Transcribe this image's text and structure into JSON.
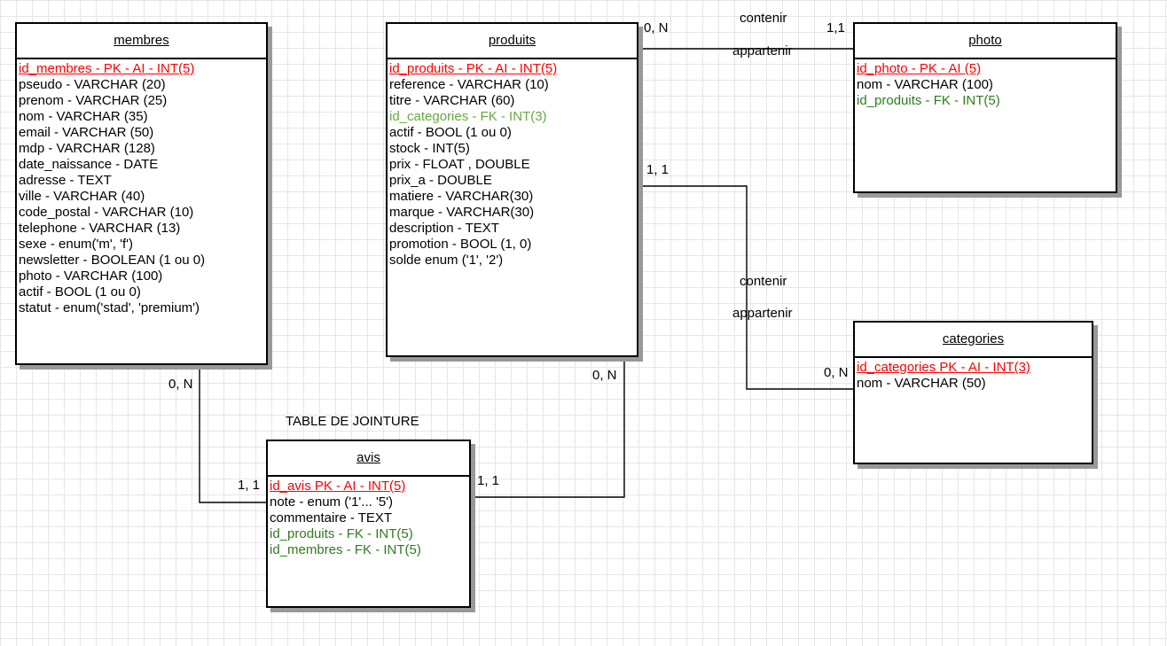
{
  "entities": {
    "membres": {
      "title": "membres",
      "attributes": [
        {
          "text": "id_membres - PK - AI - INT(5)",
          "kind": "pk"
        },
        {
          "text": "pseudo - VARCHAR (20)",
          "kind": "plain"
        },
        {
          "text": "prenom - VARCHAR (25)",
          "kind": "plain"
        },
        {
          "text": "nom - VARCHAR (35)",
          "kind": "plain"
        },
        {
          "text": "email - VARCHAR (50)",
          "kind": "plain"
        },
        {
          "text": "mdp - VARCHAR (128)",
          "kind": "plain"
        },
        {
          "text": "date_naissance - DATE",
          "kind": "plain"
        },
        {
          "text": "adresse - TEXT",
          "kind": "plain"
        },
        {
          "text": "ville - VARCHAR (40)",
          "kind": "plain"
        },
        {
          "text": "code_postal - VARCHAR (10)",
          "kind": "plain"
        },
        {
          "text": "telephone - VARCHAR (13)",
          "kind": "plain"
        },
        {
          "text": "sexe - enum('m', 'f')",
          "kind": "plain"
        },
        {
          "text": "newsletter - BOOLEAN (1 ou 0)",
          "kind": "plain"
        },
        {
          "text": "photo - VARCHAR (100)",
          "kind": "plain"
        },
        {
          "text": "actif - BOOL (1 ou 0)",
          "kind": "plain"
        },
        {
          "text": "statut - enum('stad', 'premium')",
          "kind": "plain"
        }
      ]
    },
    "produits": {
      "title": "produits",
      "attributes": [
        {
          "text": "id_produits - PK - AI - INT(5)",
          "kind": "pk"
        },
        {
          "text": "reference - VARCHAR (10)",
          "kind": "plain"
        },
        {
          "text": "titre - VARCHAR (60)",
          "kind": "plain"
        },
        {
          "text": "id_categories - FK - INT(3)",
          "kind": "fk-light"
        },
        {
          "text": "actif - BOOL (1 ou 0)",
          "kind": "plain"
        },
        {
          "text": "stock - INT(5)",
          "kind": "plain"
        },
        {
          "text": "prix - FLOAT , DOUBLE",
          "kind": "plain"
        },
        {
          "text": "prix_a - DOUBLE",
          "kind": "plain"
        },
        {
          "text": "matiere - VARCHAR(30)",
          "kind": "plain"
        },
        {
          "text": "marque - VARCHAR(30)",
          "kind": "plain"
        },
        {
          "text": "description - TEXT",
          "kind": "plain"
        },
        {
          "text": "promotion - BOOL (1, 0)",
          "kind": "plain"
        },
        {
          "text": "solde enum ('1', '2')",
          "kind": "plain"
        }
      ]
    },
    "photo": {
      "title": "photo",
      "attributes": [
        {
          "text": "id_photo - PK - AI (5)",
          "kind": "pk"
        },
        {
          "text": "nom - VARCHAR (100)",
          "kind": "plain"
        },
        {
          "text": "id_produits - FK - INT(5)",
          "kind": "fk-dark"
        }
      ]
    },
    "categories": {
      "title": "categories",
      "attributes": [
        {
          "text": "id_categories PK - AI - INT(3)",
          "kind": "pk"
        },
        {
          "text": "nom -  VARCHAR (50)",
          "kind": "plain"
        }
      ]
    },
    "avis": {
      "title": "avis",
      "attributes": [
        {
          "text": "id_avis PK - AI - INT(5)",
          "kind": "pk"
        },
        {
          "text": "note - enum ('1'... '5')",
          "kind": "plain"
        },
        {
          "text": "commentaire - TEXT",
          "kind": "plain"
        },
        {
          "text": "id_produits - FK - INT(5)",
          "kind": "fk-dark"
        },
        {
          "text": "id_membres - FK - INT(5)",
          "kind": "fk-dark"
        }
      ]
    }
  },
  "labels": {
    "join_table": "TABLE DE JOINTURE",
    "photo_rel_top": "contenir",
    "photo_rel_bottom": "appartenir",
    "photo_card_produits": "0, N",
    "photo_card_photo": "1,1",
    "cat_rel_top": "contenir",
    "cat_rel_bottom": "appartenir",
    "cat_card_produits": "1, 1",
    "cat_card_categories": "0, N",
    "membres_card": "0, N",
    "avis_card_membres": "1, 1",
    "produits_card_avis": "0, N",
    "avis_card_produits": "1, 1"
  },
  "colors": {
    "pk": "#ff0000",
    "fk_light": "#66aa44",
    "fk_dark": "#2e7d1e",
    "line": "#000000",
    "shadow": "#999999",
    "grid": "#e6e6e6"
  }
}
